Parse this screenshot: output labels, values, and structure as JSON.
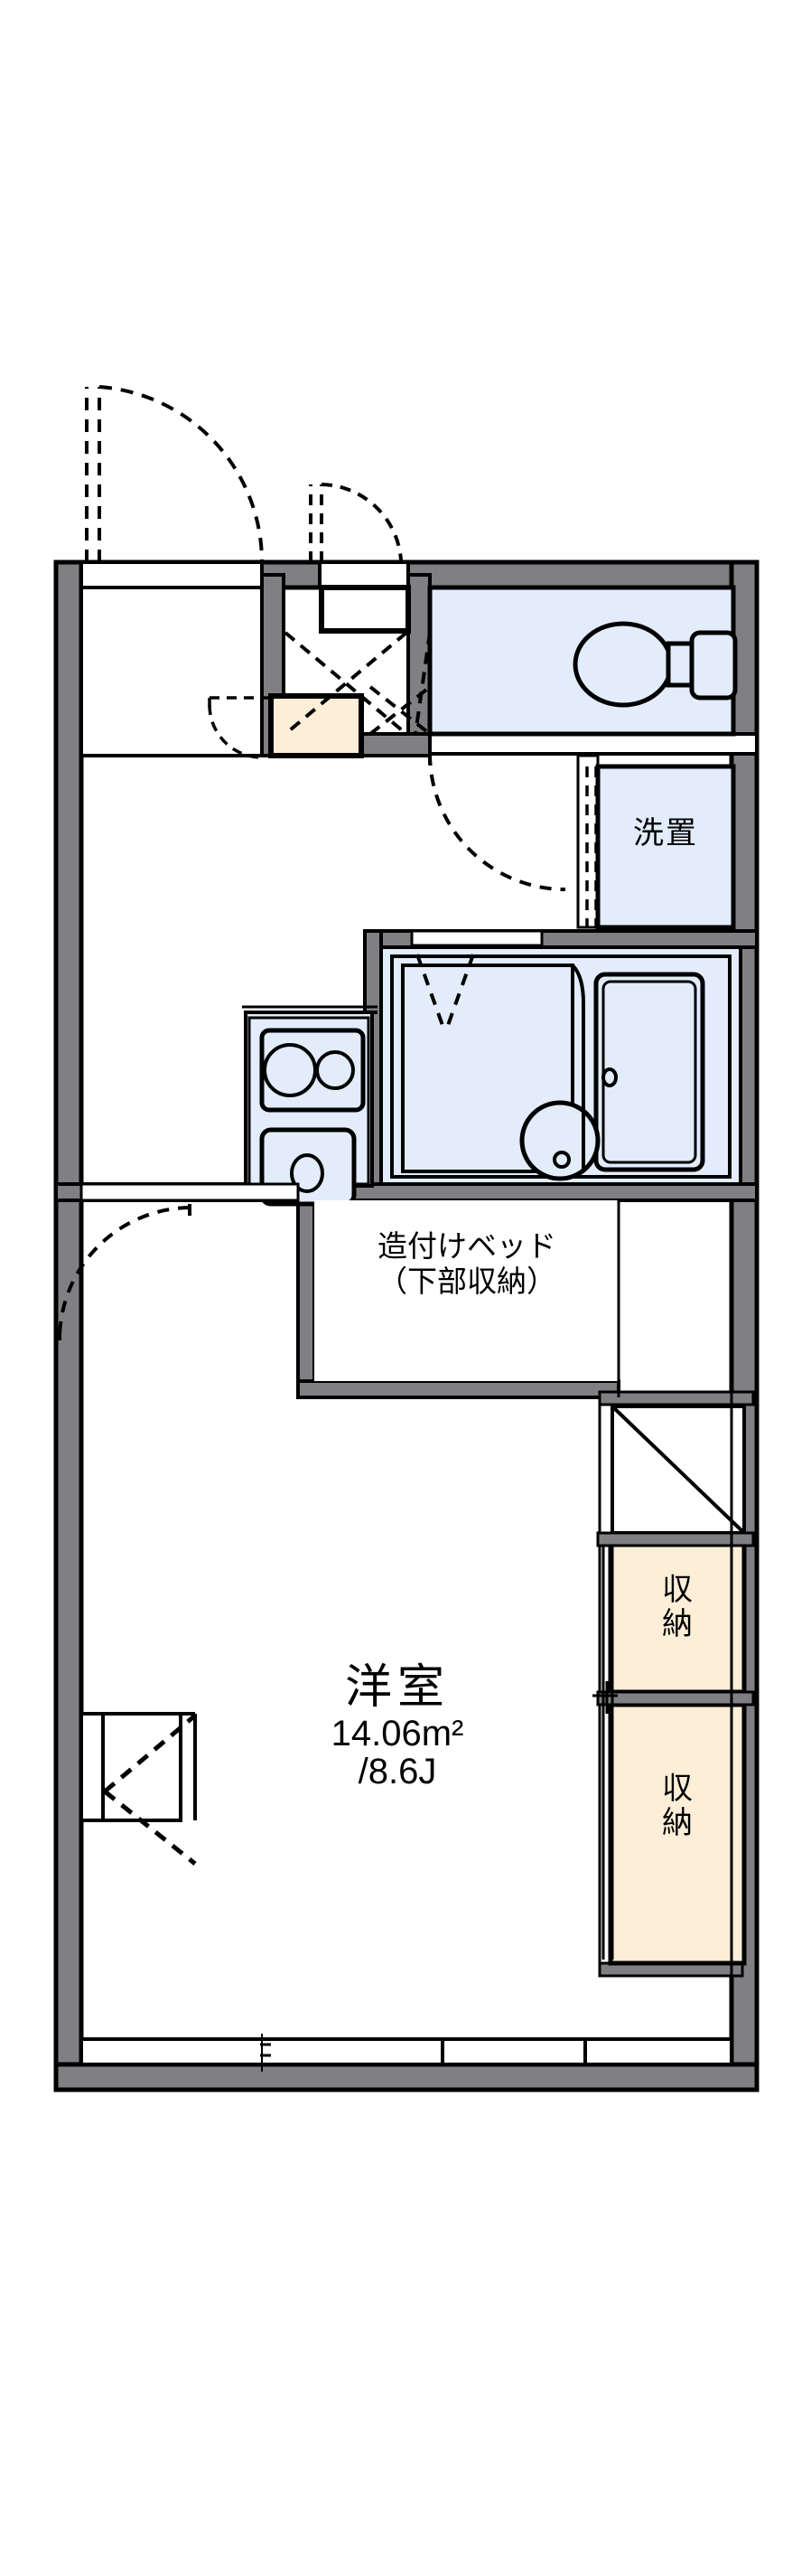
{
  "document": {
    "type": "floor-plan",
    "layout_type": "1K",
    "orientation": "portrait"
  },
  "rooms": [
    {
      "id": "washitsu-main",
      "name_label": "洋室",
      "area_label": "14.06m²",
      "tatami_label": "/8.6J",
      "meaning": "Western-style room",
      "area_sqm": 14.06,
      "area_jo": 8.6,
      "fill": "#ffffff"
    },
    {
      "id": "toilet",
      "name_label": "",
      "meaning": "toilet",
      "fill": "#e2ecfb"
    },
    {
      "id": "laundry",
      "name_label": "洗置",
      "meaning": "washing machine space",
      "fill": "#e2ecfb"
    },
    {
      "id": "unit-bath",
      "name_label": "",
      "meaning": "unit bath",
      "fill": "#e2ecfb"
    },
    {
      "id": "kitchen",
      "name_label": "",
      "meaning": "kitchen sink and stove",
      "fill": "#e2ecfb"
    },
    {
      "id": "entrance",
      "name_label": "",
      "meaning": "genkan entrance",
      "fill": "#ffffff"
    }
  ],
  "labels": {
    "main_room_name": "洋室",
    "main_room_area": "14.06m²",
    "main_room_jo": "/8.6J",
    "built_in_bed_line1": "造付けベッド",
    "built_in_bed_line2": "（下部収納）",
    "laundry": "洗置",
    "closet_upper_line1": "収",
    "closet_upper_line2": "納",
    "closet_lower_line1": "収",
    "closet_lower_line2": "納"
  },
  "fixtures": [
    {
      "name": "toilet-bowl",
      "room": "toilet"
    },
    {
      "name": "toilet-tank",
      "room": "toilet"
    },
    {
      "name": "bathtub",
      "room": "unit-bath"
    },
    {
      "name": "bath-sink",
      "room": "unit-bath"
    },
    {
      "name": "kitchen-sink",
      "room": "kitchen"
    },
    {
      "name": "stove-burner-large",
      "room": "kitchen"
    },
    {
      "name": "stove-burner-small",
      "room": "kitchen"
    },
    {
      "name": "shoe-cabinet",
      "room": "entrance"
    },
    {
      "name": "step-up-box",
      "room": "entrance"
    }
  ],
  "doors": [
    {
      "name": "entrance-door",
      "type": "hinged-swing",
      "style": "dashed-arc"
    },
    {
      "name": "toilet-door",
      "type": "hinged-swing",
      "style": "dashed-arc"
    },
    {
      "name": "corridor-door",
      "type": "hinged-swing",
      "style": "dashed-arc"
    },
    {
      "name": "room-door",
      "type": "hinged-swing",
      "style": "dashed-arc"
    },
    {
      "name": "bath-door",
      "type": "hinged-swing",
      "style": "dashed-arc"
    },
    {
      "name": "shoe-closet-doors",
      "type": "sliding",
      "style": "dashed-cross"
    },
    {
      "name": "closet-upper-door",
      "type": "sliding",
      "style": "solid"
    },
    {
      "name": "closet-lower-door",
      "type": "sliding",
      "style": "solid"
    },
    {
      "name": "storage-hatch",
      "type": "diagonal",
      "style": "solid-diagonal"
    }
  ],
  "windows": [
    {
      "name": "balcony-window",
      "position": "bottom",
      "type": "sliding-glass"
    },
    {
      "name": "side-window",
      "position": "left",
      "type": "casement"
    }
  ],
  "colors": {
    "wall_fill": "#808084",
    "wall_stroke": "#000000",
    "water_area": "#e2ecfb",
    "storage_area": "#fdeed8",
    "line": "#000000",
    "background": "#ffffff"
  }
}
